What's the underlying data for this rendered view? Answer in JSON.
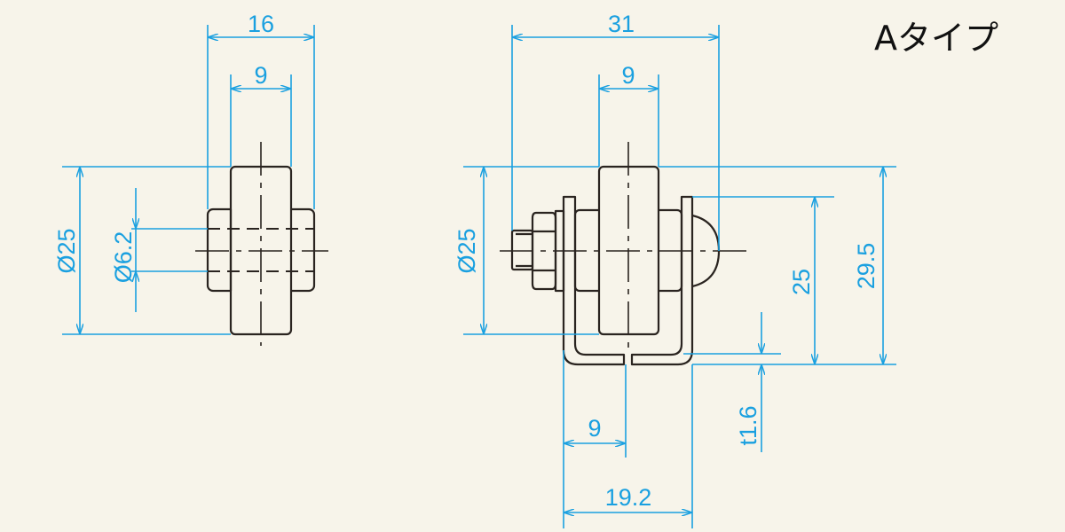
{
  "title": "Aタイプ",
  "colors": {
    "dimension": "#1aa0e0",
    "part": "#2a2420",
    "background": "#f7f4ea"
  },
  "side_view": {
    "width_total": "16",
    "wheel_width": "9",
    "wheel_diameter": "Ø25",
    "bore_diameter": "Ø6.2"
  },
  "bracket_view": {
    "overall_width": "31",
    "wheel_width": "9",
    "wheel_diameter": "Ø25",
    "bracket_height": "25",
    "overall_height": "29.5",
    "plate_thickness": "t1.6",
    "center_offset": "9",
    "bracket_width": "19.2"
  }
}
